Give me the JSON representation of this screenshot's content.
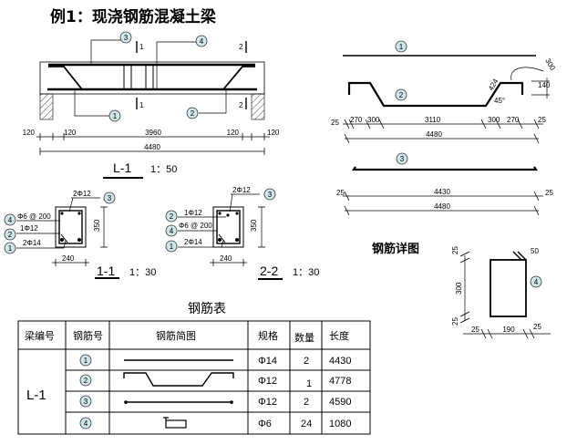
{
  "title": "例1：现浇钢筋混凝土梁",
  "elevation": {
    "caption": "L-1",
    "scale": "1：50",
    "section_marks": [
      "1",
      "1",
      "2",
      "2"
    ],
    "dims": {
      "l1": "120",
      "l2": "120",
      "mid": "3960",
      "r1": "120",
      "r2": "120",
      "total": "4480"
    },
    "callouts": [
      "3",
      "4",
      "1",
      "2"
    ]
  },
  "section11": {
    "caption": "1-1",
    "scale": "1：30",
    "top_bar": "2Φ12",
    "stirrup": "Φ6 @ 200",
    "waist": "1Φ12",
    "bottom": "2Φ14",
    "height": "350",
    "width": "240",
    "callouts": [
      "3",
      "4",
      "2",
      "1"
    ]
  },
  "section22": {
    "caption": "2-2",
    "scale": "1：30",
    "top_bar": "2Φ12",
    "waist": "1Φ12",
    "stirrup": "Φ6 @ 200",
    "bottom": "2Φ14",
    "height": "350",
    "width": "240",
    "callouts": [
      "3",
      "2",
      "4",
      "1"
    ]
  },
  "rebar_details": {
    "heading": "钢筋详图",
    "bar1": {
      "callout": "1"
    },
    "bar2": {
      "callout": "2",
      "dims": [
        "25",
        "270",
        "300",
        "3110",
        "300",
        "270",
        "25"
      ],
      "total": "4480",
      "diag": "424",
      "angle": "45°",
      "height": "140",
      "hook": "300"
    },
    "bar3": {
      "callout": "3",
      "left": "25",
      "inner": "4430",
      "right": "25",
      "total": "4480"
    },
    "bar4": {
      "callout": "4",
      "top": "25",
      "side": "300",
      "bottom_left": "25",
      "hook": "50",
      "left": "25",
      "width": "190",
      "right": "25"
    }
  },
  "table": {
    "heading": "钢筋表",
    "headers": [
      "梁编号",
      "钢筋号",
      "钢筋简图",
      "规格",
      "数量",
      "长度"
    ],
    "beam": "L-1",
    "rows": [
      {
        "no": "1",
        "spec": "Φ14",
        "qty": "2",
        "len": "4430"
      },
      {
        "no": "2",
        "spec": "Φ12",
        "qty": "1",
        "len": "4778"
      },
      {
        "no": "3",
        "spec": "Φ12",
        "qty": "2",
        "len": "4590"
      },
      {
        "no": "4",
        "spec": "Φ6",
        "qty": "24",
        "len": "1080"
      }
    ]
  }
}
